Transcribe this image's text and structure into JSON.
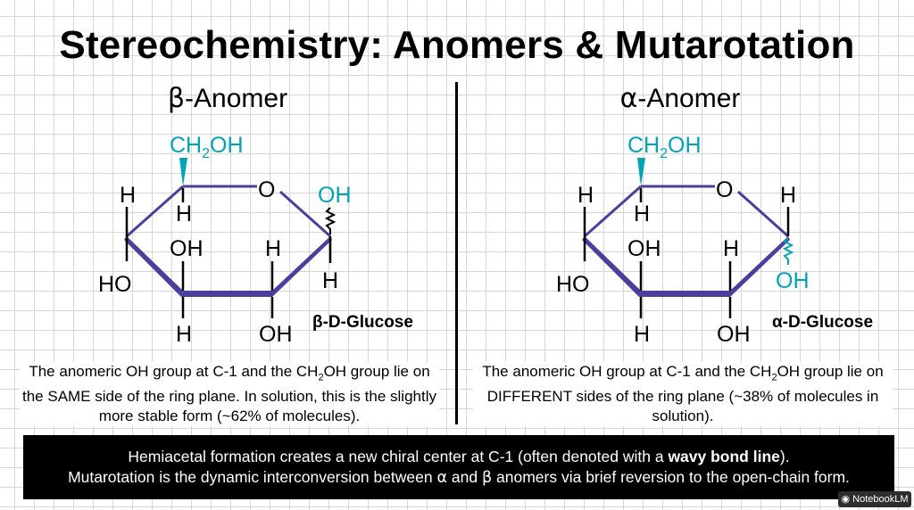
{
  "title": "Stereochemistry: Anomers & Mutarotation",
  "beta": {
    "heading_greek": "β",
    "heading_rest": "-Anomer",
    "sugar_name": "β-D-Glucose",
    "labels": {
      "ch2": "CH",
      "ch2_sub": "2",
      "ch2_oh": "OH",
      "ring_o": "O",
      "h": "H",
      "oh": "OH",
      "ho": "HO"
    },
    "caption": {
      "part1": "The anomeric OH group at C-1 and the CH",
      "sub": "2",
      "part2": "OH group lie on the SAME side of the ring plane. In solution, this is the slightly more stable form (~62% of molecules)."
    }
  },
  "alpha": {
    "heading_greek": "α",
    "heading_rest": "-Anomer",
    "sugar_name": "α-D-Glucose",
    "labels": {
      "ch2": "CH",
      "ch2_sub": "2",
      "ch2_oh": "OH",
      "ring_o": "O",
      "h": "H",
      "oh": "OH",
      "ho": "HO"
    },
    "caption": {
      "part1": "The anomeric OH group at C-1 and the CH",
      "sub": "2",
      "part2": "OH group lie on DIFFERENT sides of the ring plane (~38% of molecules in solution)."
    }
  },
  "footer": {
    "line1_a": "Hemiacetal formation creates a new chiral center at C-1 (often denoted with a ",
    "line1_bold": "wavy bond line",
    "line1_b": ").",
    "line2_a": "Mutarotation is the dynamic interconversion between ",
    "alpha_symbol": "α",
    "line2_b": " and ",
    "beta_symbol": "β",
    "line2_c": " anomers via brief reversion to the open-chain form."
  },
  "watermark": "NotebookLM",
  "colors": {
    "ring": "#4a3f9c",
    "substituent": "#00a5b4",
    "footer_bg": "#000000"
  }
}
